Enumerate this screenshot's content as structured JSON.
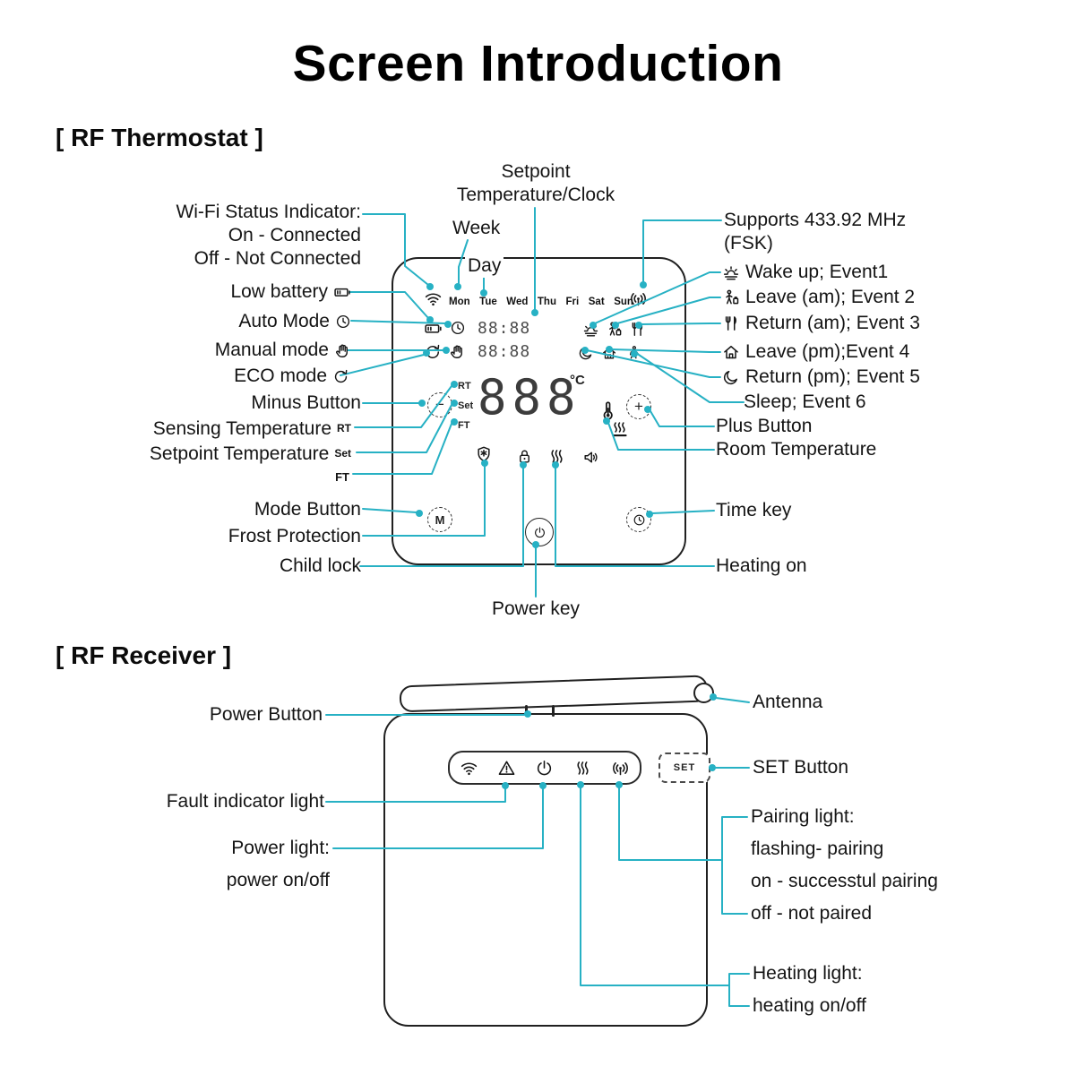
{
  "title": "Screen Introduction",
  "colors": {
    "accent": "#27b1c4",
    "ink": "#141414"
  },
  "thermostat": {
    "section_title": "[ RF Thermostat ]",
    "top_labels": {
      "setpoint_line1": "Setpoint",
      "setpoint_line2": "Temperature/Clock",
      "week": "Week",
      "day": "Day"
    },
    "left_labels": {
      "wifi_line1": "Wi-Fi Status Indicator:",
      "wifi_line2": "On - Connected",
      "wifi_line3": "Off - Not Connected",
      "low_battery": "Low battery",
      "auto_mode": "Auto Mode",
      "manual_mode": "Manual mode",
      "eco_mode": "ECO mode",
      "minus_button": "Minus Button",
      "sensing_temperature": "Sensing Temperature",
      "sensing_tag": "RT",
      "setpoint_temperature": "Setpoint Temperature",
      "setpoint_tag": "Set",
      "ft_tag": "FT",
      "mode_button": "Mode Button",
      "frost_protection": "Frost Protection",
      "child_lock": "Child lock"
    },
    "right_labels": {
      "supports_line1": "Supports 433.92 MHz",
      "supports_line2": "(FSK)",
      "events": [
        "Wake up; Event1",
        "Leave (am); Event 2",
        "Return (am); Event 3",
        "Leave (pm);Event 4",
        "Return (pm); Event 5",
        "Sleep; Event 6"
      ],
      "plus_button": "Plus Button",
      "room_temperature": "Room Temperature",
      "time_key": "Time key",
      "heating_on": "Heating on"
    },
    "bottom_labels": {
      "power_key": "Power key"
    },
    "display": {
      "weekdays": [
        "Mon",
        "Tue",
        "Wed",
        "Thu",
        "Fri",
        "Sat",
        "Sun"
      ],
      "digits_row1": "88:88",
      "digits_row2": "88:88",
      "digits_main": "888",
      "unit": "°C",
      "rt": "RT",
      "set": "Set",
      "ft": "FT",
      "minus_glyph": "−",
      "plus_glyph": "+",
      "mode_letter": "M"
    }
  },
  "receiver": {
    "section_title": "[ RF Receiver ]",
    "set_text": "SET",
    "labels": {
      "power_button": "Power Button",
      "antenna": "Antenna",
      "set_button": "SET Button",
      "fault_light": "Fault indicator light",
      "power_light_line1": "Power light:",
      "power_light_line2": "power on/off",
      "pairing_line1": "Pairing light:",
      "pairing_line2": "flashing- pairing",
      "pairing_line3": "on - successtul pairing",
      "pairing_line4": "off - not paired",
      "heating_line1": "Heating light:",
      "heating_line2": "heating on/off"
    }
  },
  "icons": {
    "wifi-icon": "wifi arcs",
    "rf-signal-icon": "antenna with radio waves",
    "battery-icon": "low battery",
    "clock-icon": "clock face",
    "hand-icon": "manual hand",
    "eco-icon": "eco cycle arrow",
    "sunrise-icon": "wake-up sun over lines",
    "person-icon": "person leaving with bag",
    "utensils-icon": "fork and knife",
    "moon-icon": "crescent moon",
    "home-icon": "house",
    "walker-icon": "walking person",
    "thermometer-icon": "thermometer",
    "floor-heating-icon": "heat waves over floor line",
    "shield-icon": "frost protection shield",
    "lock-icon": "child lock padlock",
    "flame-icon": "heating squiggles",
    "speaker-icon": "speaker",
    "power-icon": "power symbol",
    "warning-icon": "fault triangle",
    "pairing-icon": "pairing antenna"
  }
}
